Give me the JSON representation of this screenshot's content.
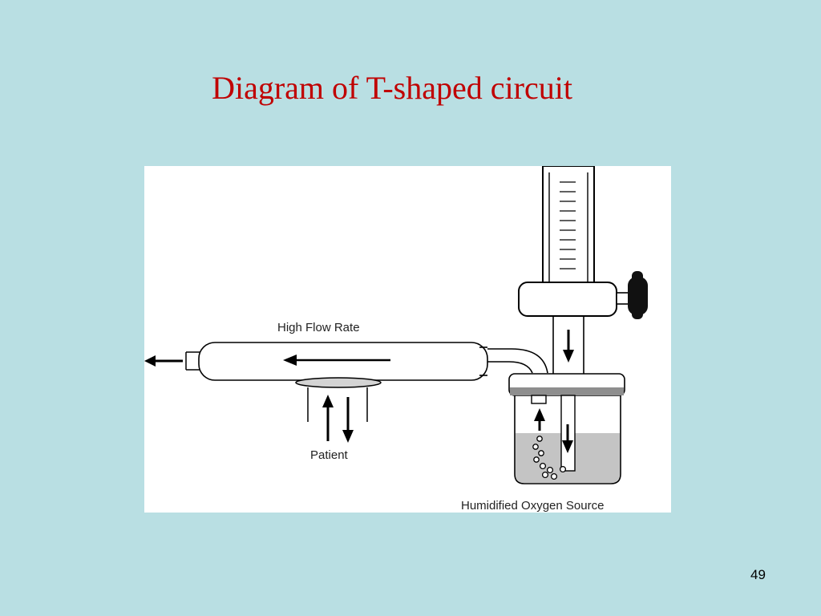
{
  "slide": {
    "title": "Diagram of T-shaped circuit",
    "page_number": "49"
  },
  "diagram": {
    "labels": {
      "flow": "High Flow Rate",
      "patient": "Patient",
      "source": "Humidified Oxygen Source"
    }
  },
  "colors": {
    "background": "#b9dfe3",
    "title": "#c00000",
    "figure_background": "#ffffff",
    "water": "#c4c4c4",
    "lid": "#8e8e8e"
  }
}
